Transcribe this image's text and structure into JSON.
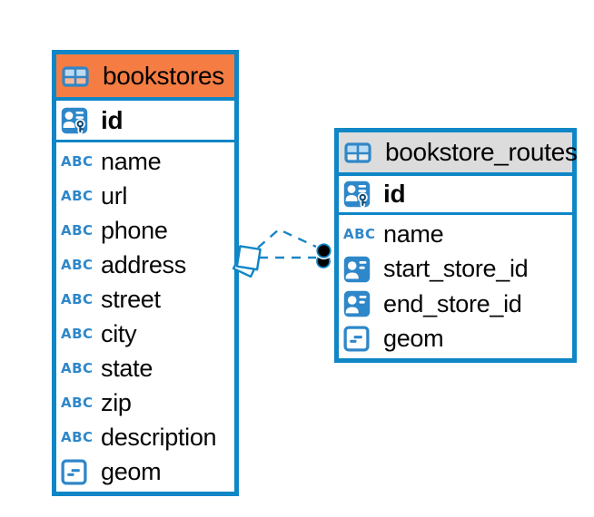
{
  "icons": {
    "abc_label": "ABC"
  },
  "colors": {
    "table_border_blue": "#0f86c6",
    "icon_blue": "#2e87c9",
    "header_orange": "#f57d43",
    "header_gray": "#dcdcdc",
    "relation_dash_blue": "#1b86c4",
    "endpoint_dot": "#000000"
  },
  "tables": [
    {
      "name": "bookstores",
      "header_style": "orange-highlight",
      "columns": [
        {
          "name": "id",
          "icon": "primary-key-icon",
          "primary_key": true
        },
        {
          "name": "name",
          "icon": "abc-icon"
        },
        {
          "name": "url",
          "icon": "abc-icon"
        },
        {
          "name": "phone",
          "icon": "abc-icon"
        },
        {
          "name": "address",
          "icon": "abc-icon"
        },
        {
          "name": "street",
          "icon": "abc-icon"
        },
        {
          "name": "city",
          "icon": "abc-icon"
        },
        {
          "name": "state",
          "icon": "abc-icon"
        },
        {
          "name": "zip",
          "icon": "abc-icon"
        },
        {
          "name": "description",
          "icon": "abc-icon"
        },
        {
          "name": "geom",
          "icon": "geometry-icon"
        }
      ]
    },
    {
      "name": "bookstore_routes",
      "header_style": "gray",
      "columns": [
        {
          "name": "id",
          "icon": "primary-key-icon",
          "primary_key": true
        },
        {
          "name": "name",
          "icon": "abc-icon"
        },
        {
          "name": "start_store_id",
          "icon": "id-badge-icon"
        },
        {
          "name": "end_store_id",
          "icon": "id-badge-icon"
        },
        {
          "name": "geom",
          "icon": "geometry-icon"
        }
      ]
    }
  ],
  "relations": [
    {
      "style": "dashed",
      "from_table": "bookstores",
      "to_table": "bookstore_routes",
      "source_marker": "diamond-handle",
      "target_marker": "black-dot"
    },
    {
      "style": "dashed",
      "from_table": "bookstores",
      "to_table": "bookstore_routes",
      "source_marker": "diamond-handle",
      "target_marker": "black-dot"
    }
  ]
}
